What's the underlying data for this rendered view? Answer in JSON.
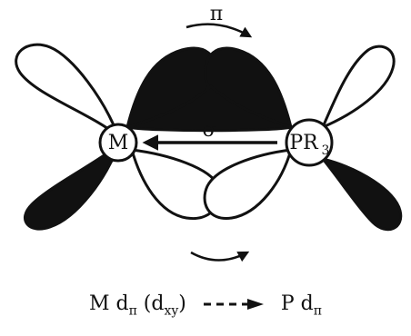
{
  "diagram": {
    "pi_label": "π",
    "sigma_label": "σ",
    "metal_label": "M",
    "phosphine_label": "PR",
    "phosphine_subscript": "3"
  },
  "caption": {
    "left_text": "M d",
    "left_sub": "π",
    "left_paren": " (d",
    "left_paren_sub": "xy",
    "left_close": ")",
    "right_text": "P d",
    "right_sub": "π"
  },
  "colors": {
    "ink": "#111111",
    "background": "#ffffff"
  }
}
